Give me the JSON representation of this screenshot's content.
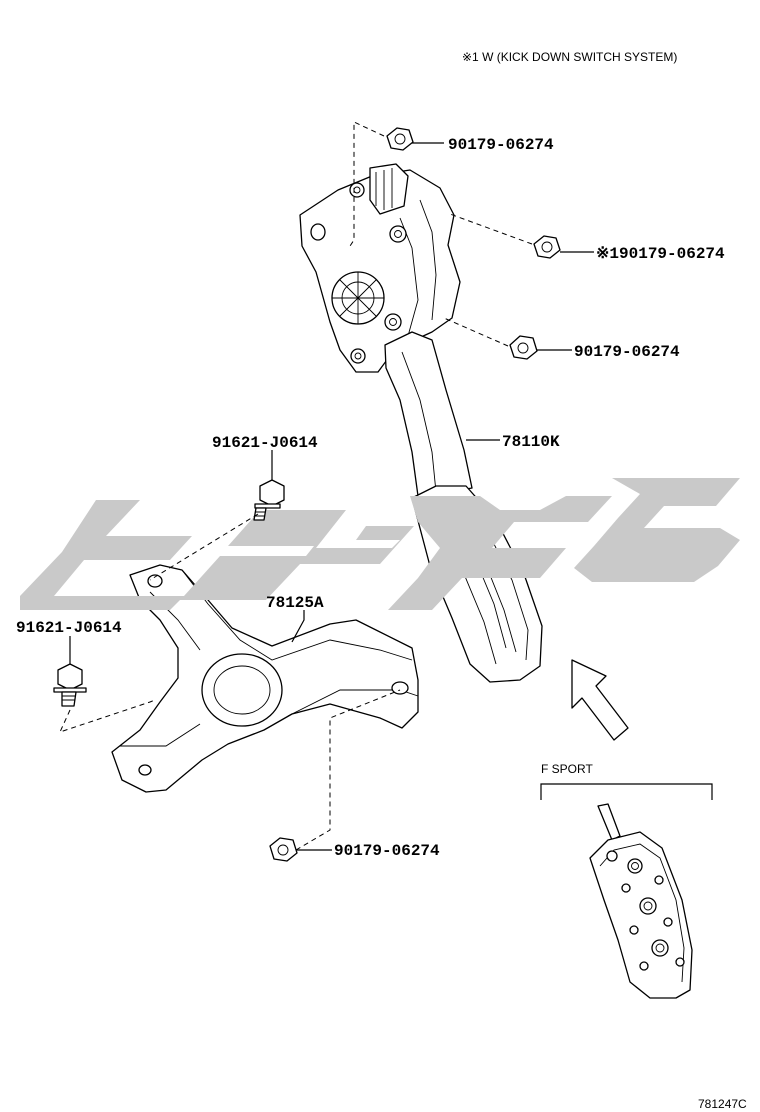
{
  "header_note": "※1 W (KICK DOWN SWITCH SYSTEM)",
  "footer_code": "781247C",
  "labels": {
    "nut_top": "90179-06274",
    "nut_right_kickdown": "※190179-06274",
    "nut_mid": "90179-06274",
    "pedal_assembly": "78110K",
    "bolt_upper": "91621-J0614",
    "bracket": "78125A",
    "bolt_left": "91621-J0614",
    "nut_bottom": "90179-06274"
  },
  "inset": {
    "title": "F SPORT"
  },
  "icons": {
    "direction_arrow": "arrow-up-left-icon",
    "nut": "hex-nut-icon",
    "bolt": "flange-bolt-icon"
  },
  "colors": {
    "line": "#000000",
    "background": "#ffffff",
    "watermark": "#c9c9c9"
  }
}
